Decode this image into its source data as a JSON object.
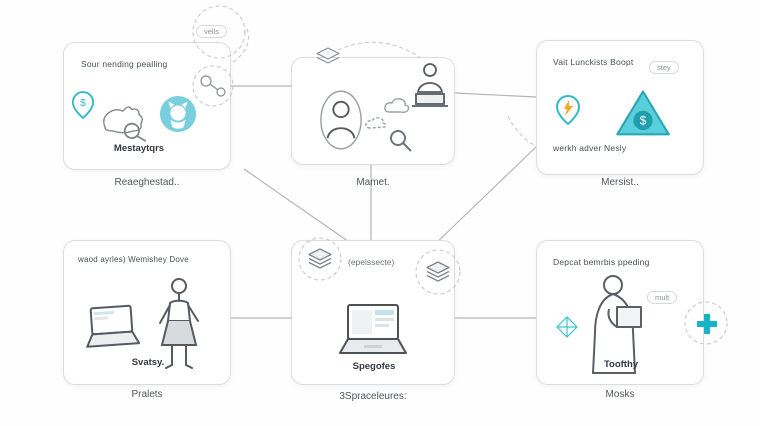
{
  "decor": {
    "top_pill": "vells"
  },
  "glyphs": {
    "dollar": "$"
  },
  "cards": {
    "top_left": {
      "title": "Sour nending pealling",
      "label": "Mestaytqrs",
      "caption": "Reaeghestad.."
    },
    "top_middle": {
      "caption": "Mamet."
    },
    "top_right": {
      "title": "Vait Lunckists Boopt",
      "pill": "stey",
      "subtitle": "werkh adver Nesly",
      "caption": "Mersist.."
    },
    "bottom_left": {
      "title": "waod ayrles) Wemishey Dove",
      "label": "Svatsy.",
      "caption": "Pralets"
    },
    "bottom_middle": {
      "note": "(epelssecte)",
      "label": "Spegofes",
      "caption": "3Spraceleures:"
    },
    "bottom_right": {
      "title": "Depcat bemrbis ppeding",
      "pill": "mult",
      "label": "Toofthy",
      "caption": "Mosks"
    }
  },
  "colors": {
    "accent": "#2fb9c7",
    "line": "#b4b4b4",
    "card_border": "#dcdcdc"
  }
}
